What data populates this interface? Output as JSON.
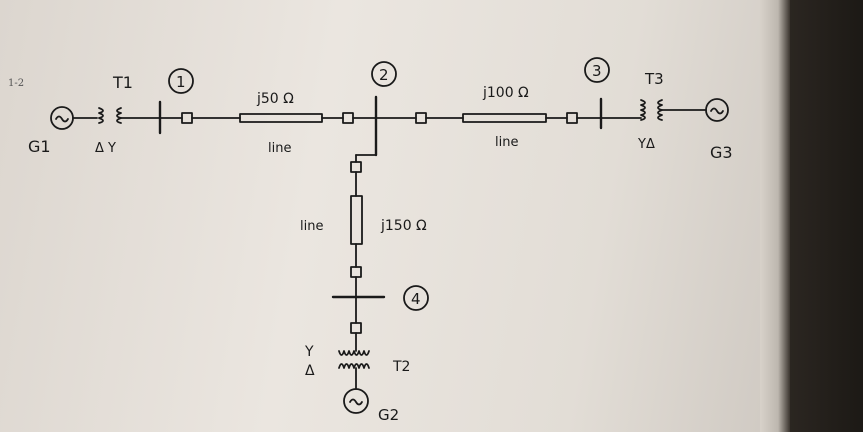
{
  "page_ref": "1-2",
  "buses": [
    {
      "id": "bus-1",
      "label": "1"
    },
    {
      "id": "bus-2",
      "label": "2"
    },
    {
      "id": "bus-3",
      "label": "3"
    },
    {
      "id": "bus-4",
      "label": "4"
    }
  ],
  "generators": [
    {
      "id": "g1",
      "label": "G1",
      "symbol": "~"
    },
    {
      "id": "g2",
      "label": "G2",
      "symbol": "~"
    },
    {
      "id": "g3",
      "label": "G3",
      "symbol": "~"
    }
  ],
  "transformers": [
    {
      "id": "t1",
      "label": "T1",
      "connection": "Δ Y"
    },
    {
      "id": "t2",
      "label": "T2",
      "connection_top": "Y",
      "connection_bottom": "Δ"
    },
    {
      "id": "t3",
      "label": "T3",
      "connection": "YΔ"
    }
  ],
  "lines": [
    {
      "id": "line-1-2",
      "impedance": "j50 Ω",
      "label": "line"
    },
    {
      "id": "line-2-3",
      "impedance": "j100 Ω",
      "label": "line"
    },
    {
      "id": "line-2-4",
      "impedance": "j150 Ω",
      "label": "line"
    }
  ],
  "colors": {
    "ink": "#1a1a1a",
    "paper": "#e6e1da"
  }
}
